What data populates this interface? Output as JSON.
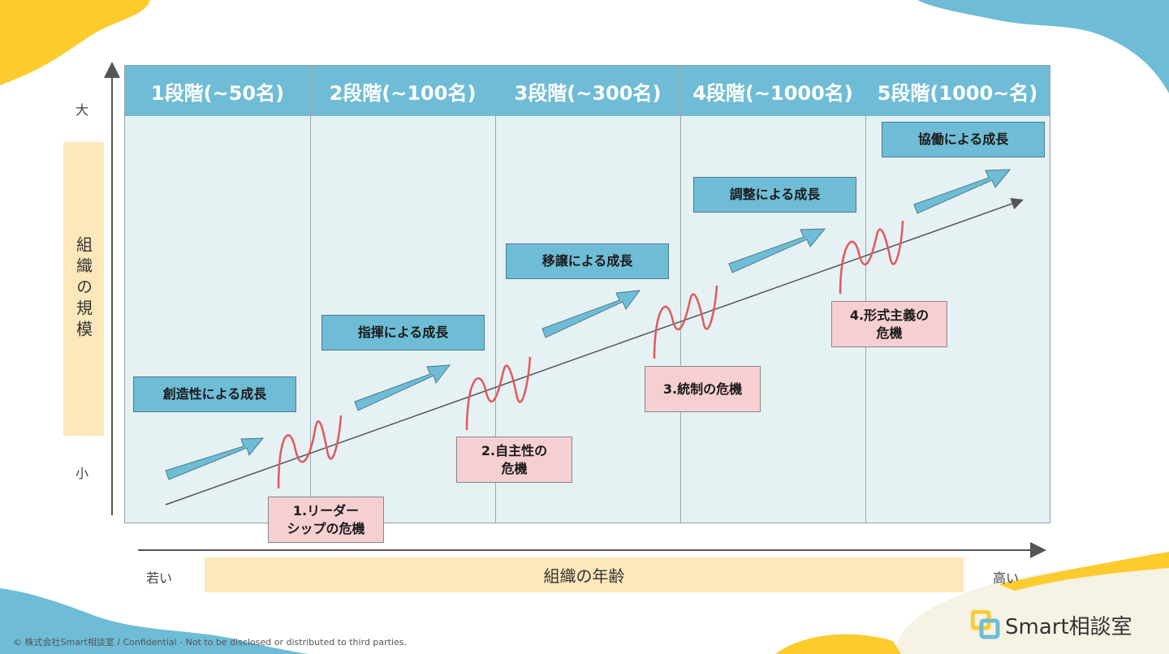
{
  "stages": [
    {
      "label": "1段階(~50名)"
    },
    {
      "label": "2段階(~100名)"
    },
    {
      "label": "3段階(~300名)"
    },
    {
      "label": "4段階(~1000名)"
    },
    {
      "label": "5段階(1000~名)"
    }
  ],
  "growth_labels": [
    "創造性による成長",
    "指揮による成長",
    "移譲による成長",
    "調整による成長",
    "協働による成長"
  ],
  "crisis_labels": [
    "1.リーダー\nシップの危機",
    "2.自主性の\n危機",
    "3.統制の危機",
    "4.形式主義の\n危機"
  ],
  "y_axis": {
    "title": "組織の規模",
    "high": "大",
    "low": "小"
  },
  "x_axis": {
    "title": "組織の年齢",
    "low": "若い",
    "high": "高い"
  },
  "footer": "© 株式会社Smart相談室 / Confidential - Not to be disclosed or distributed to third parties.",
  "logo": {
    "text": "Smart相談室"
  },
  "colors": {
    "header": "#6fbcd6",
    "panel": "#e6f1f4",
    "crisis": "#f6cfd3",
    "band": "#fde8bb",
    "wave": "#e05a5a",
    "blue_deco": "#6fbcd6",
    "yellow_deco": "#fccb2e"
  }
}
